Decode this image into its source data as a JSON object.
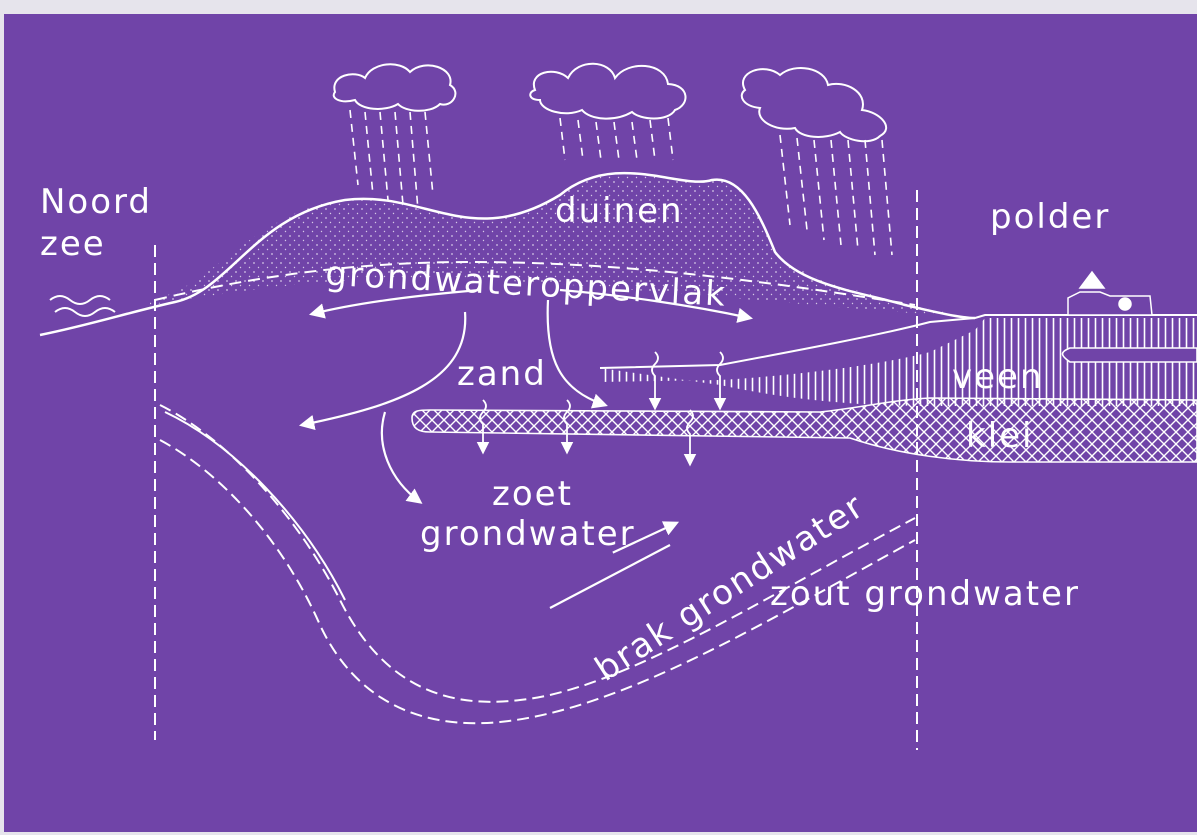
{
  "diagram": {
    "colors": {
      "background": "#7044a8",
      "page": "#e6e4ec",
      "linework": "#ffffff"
    },
    "labels": {
      "noordzee_line1": "Noord",
      "noordzee_line2": "zee",
      "duinen": "duinen",
      "polder": "polder",
      "grondwateroppervlak": "grondwateroppervlak",
      "zand": "zand",
      "veen": "veen",
      "klei": "klei",
      "zoet_line1": "zoet",
      "zoet_line2": "grondwater",
      "brak": "brak grondwater",
      "zout": "zout grondwater"
    },
    "icons": [
      "rain-cloud-icon",
      "waves-icon",
      "farmhouse-icon"
    ]
  }
}
